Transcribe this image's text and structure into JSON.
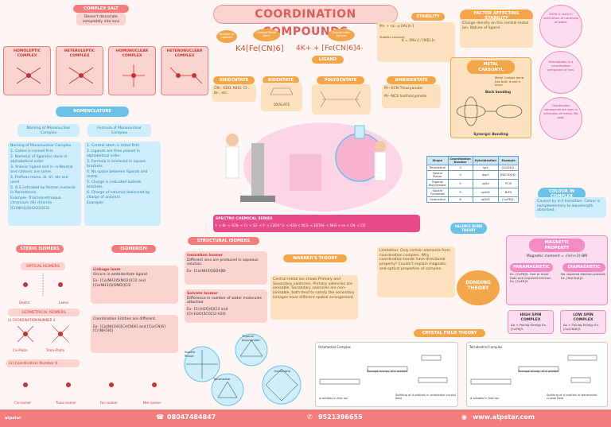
{
  "title": "COORDINATION COMPOUNDS",
  "complex_salt": {
    "heading": "COMPLEX SALT",
    "text": "Doesn't dissociate completely into ions"
  },
  "types": [
    {
      "heading": "HOMOLEPTIC COMPLEX"
    },
    {
      "heading": "HETEROLEPTIC COMPLEX"
    },
    {
      "heading": "HOMONUCLEAR COMPLEX"
    },
    {
      "heading": "HETERONUCLEAR COMPLEX"
    }
  ],
  "nomenclature": {
    "heading": "NOMENCLATURE",
    "left_heading": "Naming of Mononuclear Complex",
    "right_heading": "Formula of Mononuclear Complex",
    "left_items": [
      "Naming of Mononuclear Complex",
      "1. Cation is named first.",
      "2. Name(s) of ligand(s) done in alphabetical order",
      "3. Anionic ligand end in -o Neutral and cationic are same.",
      "4. Prefixes mono, di, tri, etc are used.",
      "5. O.S indicated by Roman numeral in Parenthesis.",
      "Example- Triamminetriaqua chromium (III) chloride",
      "[Cr(NH3)3(H2O)3]Cl3"
    ],
    "right_items": [
      "1. Central atom is listed first.",
      "2. Ligands are then placed in alphabetical order.",
      "3. Formula is enclosed in square brackets.",
      "4. No space between ligands and metal.",
      "5. Charge is indicated outside brackets.",
      "6. Charge of cation(s) balanced by charge of anion(s).",
      "Example:"
    ]
  },
  "formula": {
    "label_ligand": "Number of Ligands",
    "label_metal": "Central Metal Atom",
    "label_sphere": "Coordination Sphere",
    "left": "K4[Fe(CN)6]",
    "arrow": "4K+ + [Fe(CN)6]4-"
  },
  "stability": {
    "heading": "STABILITY",
    "eq1": "M+ + nL- ⇌ [ML]n-1",
    "label": "Stability constant",
    "eq2": "K = [MLn] / [M][L]n"
  },
  "factor_stability": {
    "heading": "FACTOR AFFECTING STABILITY",
    "text": "Charge density on the central metal ion, Nature of ligand."
  },
  "ligand": {
    "heading": "LIGAND",
    "unidentate": {
      "heading": "UNIDENTATE",
      "text": "CN-, H2O, NH3, Cl-, Br-, etc."
    },
    "bidentate": {
      "heading": "BIDENTATE",
      "text": "OXALATE"
    },
    "polydentate": {
      "heading": "POLYDENTATE"
    },
    "ambidentate": {
      "heading": "AMBIDENTATE",
      "text1": "M—SCN Thiocyanate",
      "text2": "M—NCS Isothiocyanate"
    }
  },
  "edta_notes": [
    "EDTA is used in estimation of hardness of water.",
    "Hemoglobin is a coordination compound of iron.",
    "Coordination compounds are used in extraction of metals like gold."
  ],
  "metal_carbonyl": {
    "heading": "METAL CARBONYL",
    "note": "Metal Carbon bond has both σ and π bond",
    "synergic": "Synergic Bonding",
    "back": "Back bonding"
  },
  "valence_bond": {
    "heading": "VALENCE BOND THEORY",
    "columns": [
      "Shape",
      "Coordination Number",
      "Hybridization",
      "Example"
    ],
    "rows": [
      [
        "Tetrahedral",
        "4",
        "sp3",
        "[CoCl4]2-"
      ],
      [
        "Square Planar",
        "4",
        "dsp2",
        "[Ni(CN)4]2-"
      ],
      [
        "Trigonal Bipyramidal",
        "5",
        "sp3d",
        "PCl5"
      ],
      [
        "Square Pyramidal",
        "5",
        "sp3d2",
        "BrF5"
      ],
      [
        "Octahedral",
        "6",
        "sp3d2",
        "[CoF6]3-"
      ]
    ]
  },
  "colour": {
    "heading": "COLOUR IN COMPLEX",
    "text": "Caused by d-d transition. Colour is complementary to wavelength absorbed."
  },
  "magnetic": {
    "heading": "MAGNETIC PROPERTY",
    "moment": "Magnetic moment = √n(n+2) BM",
    "para_heading": "PARAMAGNETIC",
    "para_text": "Ex- [CoF6]3- One or more than one unpaired electron Ex- [CoF6]3-",
    "dia_heading": "DIAMAGNETIC",
    "dia_text": "No unpaired electron present. Ex- [Ni(CN)4]2-"
  },
  "high_spin": {
    "heading": "HIGH SPIN COMPLEX",
    "text": "Δo < Pairing Energy Ex- [CoF6]3-"
  },
  "low_spin": {
    "heading": "LOW SPIN COMPLEX",
    "text": "Δo > Pairing Energy Ex- [Co(CN)6]3-"
  },
  "spectro": {
    "heading": "SPECTRO CHEMICAL SERIES",
    "text": "I- < Br- < SCN- < Cl- < S2- < F- < C2O4^2- < H2O < NCS- < EDTA4- < NH3 < en < CN- < CO"
  },
  "isomerism": {
    "heading": "ISOMERISM"
  },
  "stereo": {
    "heading": "STERIO ISOMERS",
    "optical": "OPTICAL ISOMERS",
    "dextro": "Dextro",
    "laevo": "Laevo",
    "geometrical": "GEOMETRICAL ISOMERS",
    "cn4": "(i) COORDINATION NUMBER 4",
    "cis_plat": "Cis-Platin",
    "trans_plat": "Trans-Platin",
    "cn6": "(ii) Coordination Number 6",
    "isomers": [
      "Cis-isomer",
      "Trans-isomer",
      "Fac-isomer",
      "Mer-isomer"
    ]
  },
  "structural": {
    "heading": "STRUCTURAL ISOMERS",
    "ionisation_heading": "Ionisation Isomer",
    "ionisation_text": "Different ions are produced in aqueous solution.",
    "ionisation_ex": "Ex- [Co(NH3)5SO4]Br",
    "linkage_heading": "Linkage Isom",
    "linkage_text": "Occurs in ambidentate ligand",
    "linkage_ex": "Ex- [Co(NH3)5(NO2)]Cl2 and [Co(NH3)5(ONO)]Cl2",
    "solvate_heading": "Solvate Isomer",
    "solvate_text": "Difference in number of water molecules attached.",
    "solvate_ex": "Ex- [Cr(H2O)6]Cl3 and [Cr(H2O)5Cl]Cl2·H2O",
    "coord_text": "Coordination Entities are different.",
    "coord_ex": "Ex- [Co(NH3)6][Cr(CN)6] and [Co(CN)6][Cr(NH3)6]"
  },
  "shapes": {
    "square_planar": "Square Planar",
    "trigonal": "Trigonal bipyramidal",
    "tetrahedral": "Tetrahedral",
    "octahedral": "Octahedral"
  },
  "werner": {
    "heading": "WARNER'S THEORY",
    "text": "Central metal ion shows Primary and Secondary valencies. Primary valencies are ionisable. Secondary valencies are non-ionisable, both tend to satisfy the secondary linkages have different spatial arrangement."
  },
  "limitation": {
    "text": "Limitation: Only certain elements form coordination complex. Why coordination bonds have directional property? Couldn't explain magnetic and optical properties of complex."
  },
  "bonding_theory": "BONDING THEORY",
  "crystal_field": {
    "heading": "CRYSTAL FIELD THEORY",
    "octa": "Octahedral Complex",
    "tetra": "Tetrahedral Complex",
    "avg": "Average energy of d-orbitals",
    "free": "d-orbitals in free ion",
    "split_octa": "Splitting of d-orbitals in octahedral crystal field",
    "split_tetra": "Splitting of d-orbitals in tetrahedral crystal field"
  },
  "footer": {
    "phone1": "08047484847",
    "phone2": "9521396655",
    "web": "www.atpstar.com",
    "brand": "atpstar"
  },
  "colors": {
    "red": "#f47c7c",
    "blue": "#6cc1e8",
    "orange": "#f4a64a",
    "pink": "#f58bc4"
  }
}
